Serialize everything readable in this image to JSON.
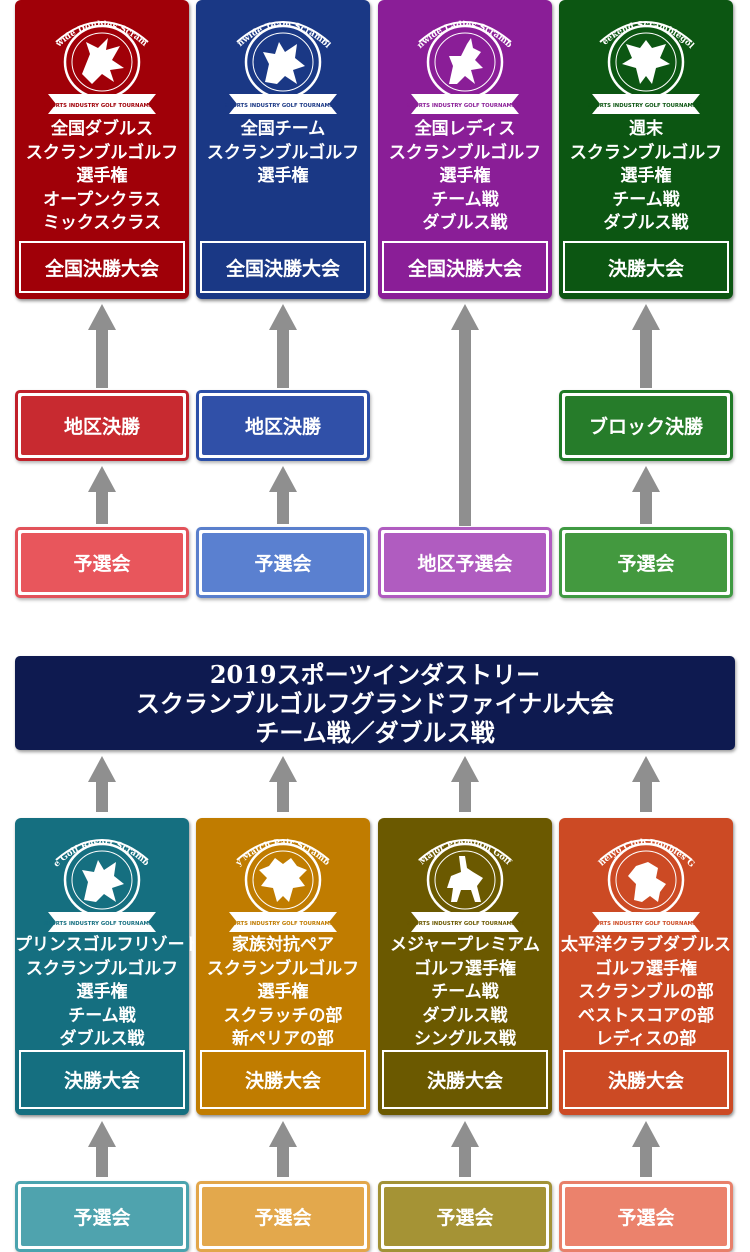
{
  "colors": {
    "red": "#a00008",
    "blue": "#1a3885",
    "purple": "#8a1e97",
    "green": "#0c5612",
    "teal": "#156f80",
    "orange": "#c07c00",
    "olive": "#6b5900",
    "vermilion": "#cc4a24",
    "navy": "#0e1a50",
    "arrow": "#8f8f8f"
  },
  "top_cards": [
    {
      "emblem_text": "Nationwide Doubles Scramblegolf",
      "emblem_subtext": "SPORTS INDUSTRY GOLF TOURNAMENT",
      "emblem_icon": "dragon-icon",
      "title_lines": [
        "全国ダブルス",
        "スクランブルゴルフ",
        "選手権",
        "オープンクラス",
        "ミックスクラス"
      ],
      "final_label": "全国決勝大会"
    },
    {
      "emblem_text": "Nationwide Team Scramblegolf",
      "emblem_subtext": "SPORTS INDUSTRY GOLF TOURNAMENT",
      "emblem_icon": "griffin-icon",
      "title_lines": [
        "全国チーム",
        "スクランブルゴルフ",
        "選手権"
      ],
      "final_label": "全国決勝大会"
    },
    {
      "emblem_text": "Nationwide Ladies Scramblegolf",
      "emblem_subtext": "SPORTS INDUSTRY GOLF TOURNAMENT",
      "emblem_icon": "unicorn-icon",
      "title_lines": [
        "全国レディス",
        "スクランブルゴルフ",
        "選手権",
        "チーム戦",
        "ダブルス戦"
      ],
      "final_label": "全国決勝大会"
    },
    {
      "emblem_text": "Weekend Scramblegolf",
      "emblem_subtext": "SPORTS INDUSTRY GOLF TOURNAMENT",
      "emblem_icon": "eagle-icon",
      "title_lines": [
        "週末",
        "スクランブルゴルフ",
        "選手権",
        "チーム戦",
        "ダブルス戦"
      ],
      "final_label": "決勝大会"
    }
  ],
  "top_stages": {
    "regional_final": [
      "地区決勝",
      "地区決勝",
      "",
      "ブロック決勝"
    ],
    "qualifier": [
      "予選会",
      "予選会",
      "地区予選会",
      "予選会"
    ]
  },
  "grand_final": {
    "lines": [
      "2019スポーツインダストリー",
      "スクランブルゴルフグランドファイナル大会",
      "チーム戦／ダブルス戦"
    ]
  },
  "bottom_cards": [
    {
      "emblem_text": "Prince Golf Resort Scramblegolf",
      "emblem_subtext": "SPORTS INDUSTRY GOLF TOURNAMENT",
      "emblem_icon": "griffin-icon",
      "title_lines": [
        "プリンスゴルフリゾート",
        "スクランブルゴルフ",
        "選手権",
        "チーム戦",
        "ダブルス戦"
      ],
      "final_label": "決勝大会"
    },
    {
      "emblem_text": "Family Match Pair Scramblegolf",
      "emblem_subtext": "SPORTS INDUSTRY GOLF TOURNAMENT",
      "emblem_icon": "double-eagle-icon",
      "title_lines": [
        "家族対抗ペア",
        "スクランブルゴルフ",
        "選手権",
        "スクラッチの部",
        "新ペリアの部"
      ],
      "final_label": "決勝大会"
    },
    {
      "emblem_text": "Major Premium Golf",
      "emblem_subtext": "SPORTS INDUSTRY GOLF TOURNAMENT",
      "emblem_icon": "knight-icon",
      "title_lines": [
        "メジャープレミアム",
        "ゴルフ選手権",
        "チーム戦",
        "ダブルス戦",
        "シングルス戦"
      ],
      "final_label": "決勝大会"
    },
    {
      "emblem_text": "Taiheiyo Club Doubles Golf",
      "emblem_subtext": "SPORTS INDUSTRY GOLF TOURNAMENT",
      "emblem_icon": "lion-icon",
      "title_lines": [
        "太平洋クラブダブルス",
        "ゴルフ選手権",
        "スクランブルの部",
        "ベストスコアの部",
        "レディスの部"
      ],
      "final_label": "決勝大会"
    }
  ],
  "bottom_stages": {
    "qualifier": [
      "予選会",
      "予選会",
      "予選会",
      "予選会"
    ]
  }
}
